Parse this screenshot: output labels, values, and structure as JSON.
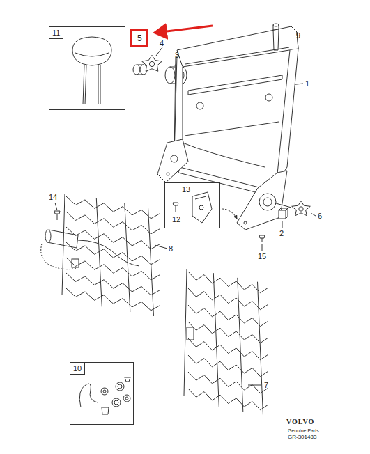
{
  "diagram": {
    "nodes": [
      {
        "text": [
          "11"
        ]
      },
      {
        "text": [
          "5"
        ]
      },
      {
        "text": [
          "13",
          "12"
        ]
      },
      {
        "text": [
          "10"
        ]
      }
    ],
    "labels": [
      "4",
      "3",
      "9",
      "1",
      "14",
      "8",
      "2",
      "6",
      "15",
      "7",
      "VOLVO",
      "Genuine Parts",
      "GR-301483"
    ]
  }
}
